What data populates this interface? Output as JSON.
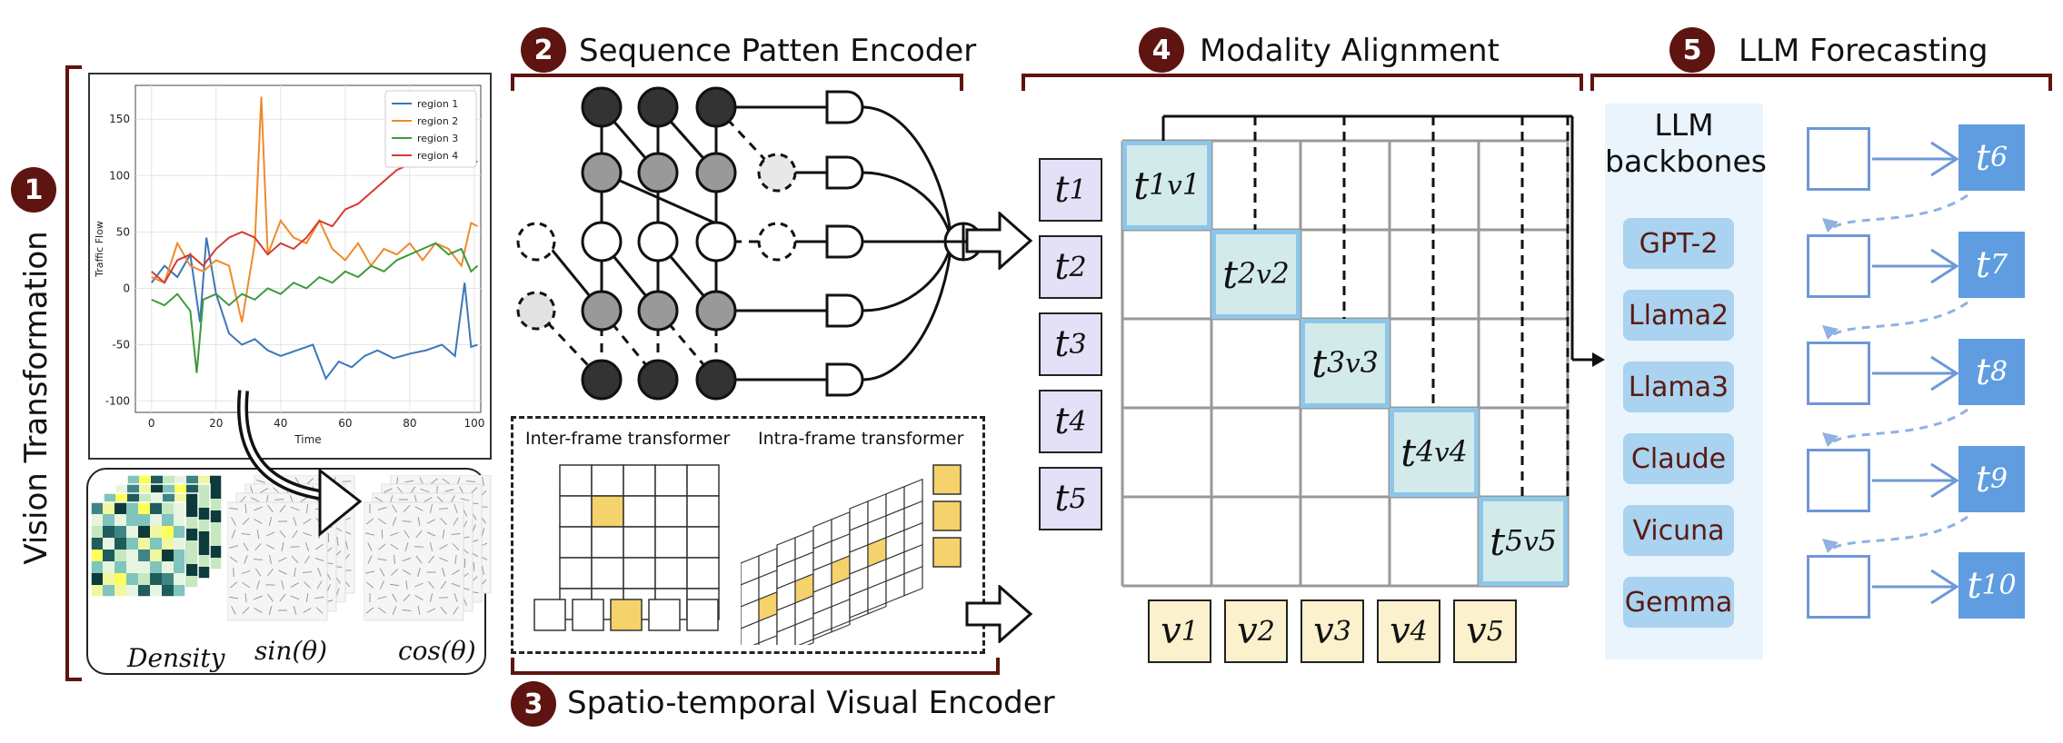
{
  "sections": {
    "s1": {
      "number": "1",
      "title": "Vision Transformation"
    },
    "s2": {
      "number": "2",
      "title": "Sequence Patten Encoder"
    },
    "s3": {
      "number": "3",
      "title": "Spatio-temporal Visual Encoder"
    },
    "s4": {
      "number": "4",
      "title": "Modality Alignment"
    },
    "s5": {
      "number": "5",
      "title": "LLM Forecasting"
    }
  },
  "chart_data": {
    "type": "line",
    "xlabel": "Time",
    "ylabel": "Traffic Flow",
    "xlim": [
      -5,
      102
    ],
    "ylim": [
      -110,
      180
    ],
    "x_ticks": [
      0,
      20,
      40,
      60,
      80,
      100
    ],
    "y_ticks": [
      -100,
      -50,
      0,
      50,
      100,
      150
    ],
    "legend_position": "top-right",
    "grid": true,
    "series": [
      {
        "name": "region 1",
        "color": "#3b78b8",
        "x": [
          0,
          4,
          8,
          12,
          15,
          17,
          20,
          24,
          28,
          32,
          36,
          40,
          45,
          50,
          54,
          58,
          62,
          66,
          70,
          75,
          80,
          85,
          90,
          94,
          97,
          99,
          101
        ],
        "y": [
          5,
          20,
          10,
          30,
          -30,
          45,
          -5,
          -40,
          -50,
          -45,
          -55,
          -60,
          -55,
          -50,
          -80,
          -65,
          -70,
          -60,
          -55,
          -62,
          -58,
          -55,
          -50,
          -60,
          5,
          -52,
          -50
        ]
      },
      {
        "name": "region 2",
        "color": "#ef8a2c",
        "x": [
          0,
          4,
          8,
          12,
          16,
          20,
          24,
          28,
          32,
          34,
          36,
          40,
          44,
          48,
          52,
          56,
          60,
          64,
          68,
          72,
          76,
          80,
          84,
          88,
          92,
          96,
          99,
          101
        ],
        "y": [
          10,
          5,
          40,
          20,
          15,
          25,
          20,
          -30,
          40,
          170,
          30,
          60,
          45,
          40,
          60,
          35,
          25,
          40,
          20,
          35,
          30,
          40,
          25,
          40,
          35,
          20,
          58,
          55
        ]
      },
      {
        "name": "region 3",
        "color": "#3d9a3d",
        "x": [
          0,
          4,
          8,
          12,
          14,
          16,
          20,
          24,
          28,
          32,
          36,
          40,
          44,
          48,
          52,
          56,
          60,
          64,
          68,
          72,
          76,
          80,
          84,
          88,
          92,
          96,
          99,
          101
        ],
        "y": [
          -10,
          -15,
          -5,
          -20,
          -75,
          -10,
          -5,
          -15,
          -5,
          -10,
          0,
          -5,
          5,
          0,
          10,
          5,
          15,
          10,
          20,
          15,
          25,
          30,
          35,
          40,
          30,
          35,
          15,
          20
        ]
      },
      {
        "name": "region 4",
        "color": "#d63a32",
        "x": [
          0,
          4,
          8,
          12,
          16,
          20,
          24,
          28,
          32,
          36,
          40,
          44,
          48,
          52,
          56,
          60,
          64,
          68,
          72,
          76,
          80,
          84,
          88,
          92,
          96,
          99,
          101
        ],
        "y": [
          15,
          5,
          25,
          30,
          20,
          35,
          45,
          50,
          45,
          30,
          40,
          35,
          45,
          60,
          55,
          70,
          75,
          85,
          95,
          105,
          110,
          115,
          112,
          118,
          120,
          115,
          112
        ]
      }
    ]
  },
  "visual_labels": {
    "density": "Density",
    "sin": "sin(θ)",
    "cos": "cos(θ)"
  },
  "encoder_labels": {
    "inter": "Inter-frame transformer",
    "intra": "Intra-frame transformer"
  },
  "alignment": {
    "t_tokens": [
      {
        "s": "t",
        "n": "1"
      },
      {
        "s": "t",
        "n": "2"
      },
      {
        "s": "t",
        "n": "3"
      },
      {
        "s": "t",
        "n": "4"
      },
      {
        "s": "t",
        "n": "5"
      }
    ],
    "v_tokens": [
      {
        "s": "v",
        "n": "1"
      },
      {
        "s": "v",
        "n": "2"
      },
      {
        "s": "v",
        "n": "3"
      },
      {
        "s": "v",
        "n": "4"
      },
      {
        "s": "v",
        "n": "5"
      }
    ],
    "pairs": [
      "1",
      "2",
      "3",
      "4",
      "5"
    ]
  },
  "llm": {
    "header": "LLM\nbackbones",
    "header_line1": "LLM",
    "header_line2": "backbones",
    "items": [
      "GPT-2",
      "Llama2",
      "Llama3",
      "Claude",
      "Vicuna",
      "Gemma"
    ],
    "outputs": [
      "6",
      "7",
      "8",
      "9",
      "10"
    ]
  },
  "colors": {
    "badge": "#5e1410",
    "t_fill": "#e4e0f7",
    "v_fill": "#fbf1cc",
    "diag_fill": "#d3eaea",
    "diag_border": "#8cc7ea",
    "llm_panel": "#eaf4fc",
    "llm_item": "#a9d3f0",
    "output_box": "#5f9de0",
    "highlight": "#f5d26b"
  }
}
